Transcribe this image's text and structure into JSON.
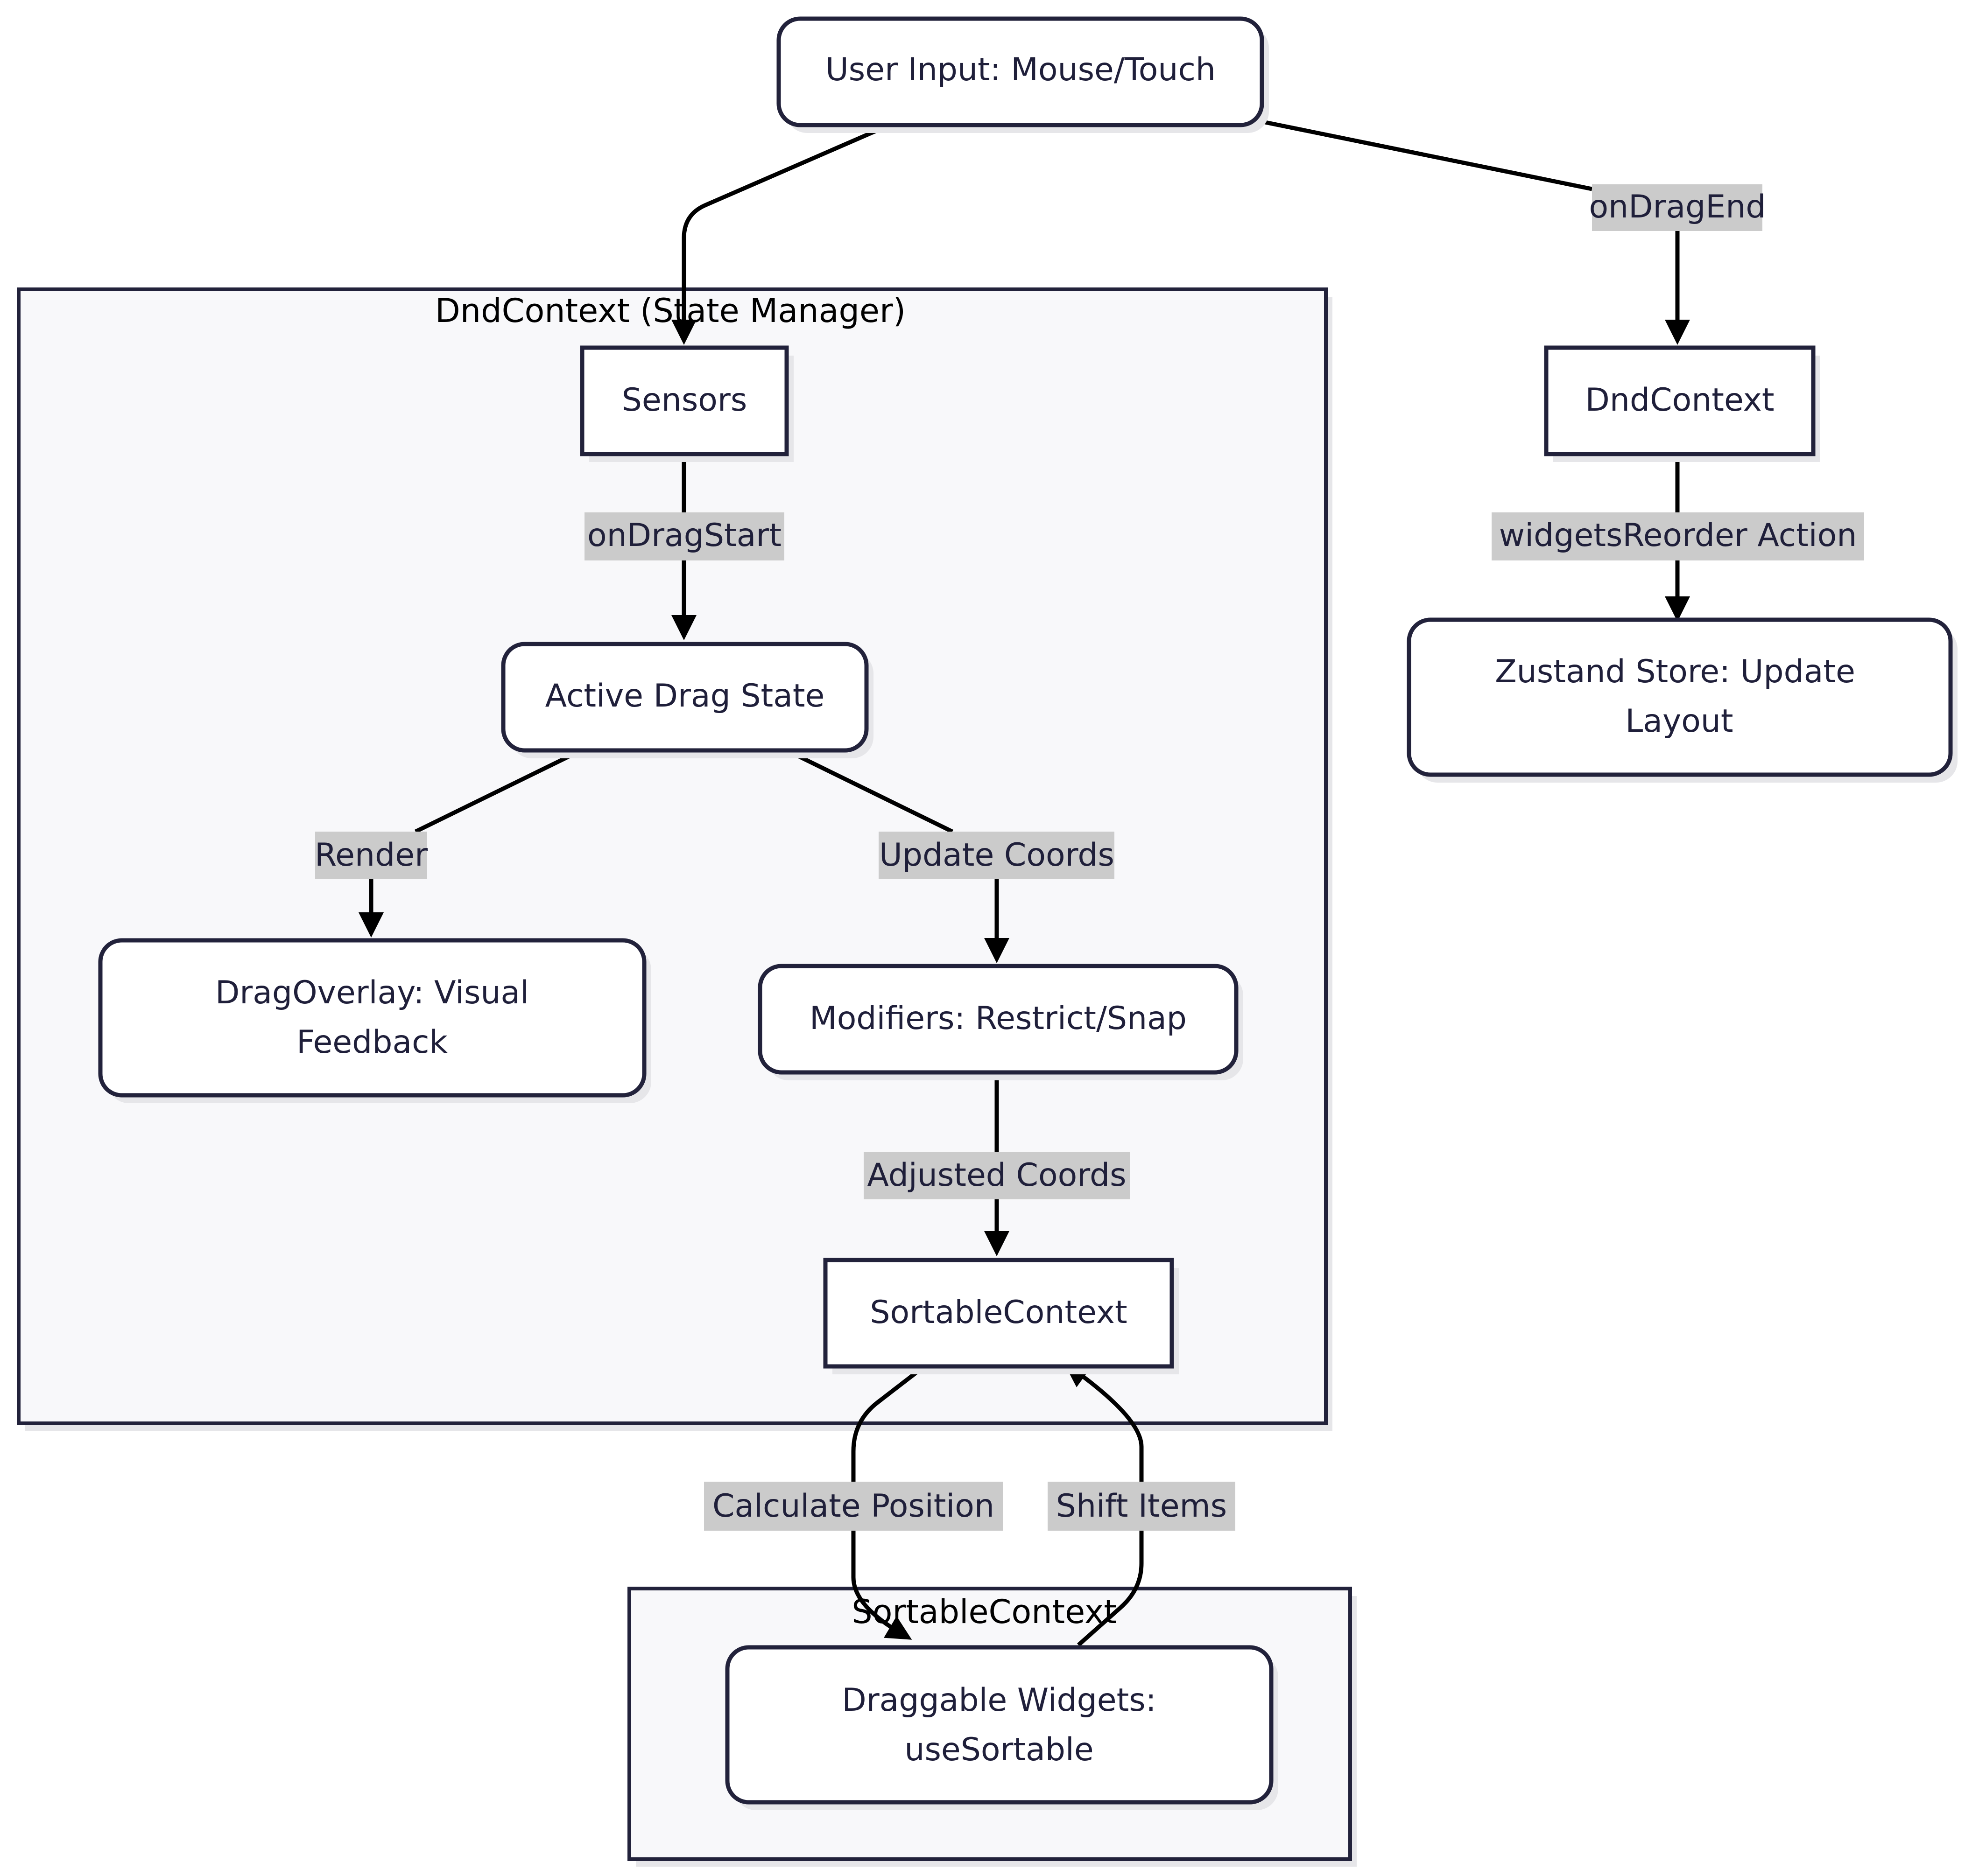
{
  "clusters": {
    "dnd_context": "DndContext (State Manager)",
    "sortable_context": "SortableContext"
  },
  "nodes": {
    "user_input": "User Input: Mouse/Touch",
    "sensors": "Sensors",
    "active_drag_state": "Active Drag State",
    "drag_overlay": [
      "DragOverlay: Visual",
      "Feedback"
    ],
    "modifiers": "Modifiers: Restrict/Snap",
    "sortable_context_node": "SortableContext",
    "draggable_widgets": [
      "Draggable Widgets:",
      "useSortable"
    ],
    "dnd_context_node": "DndContext",
    "zustand_store": [
      "Zustand Store: Update",
      "Layout"
    ]
  },
  "edges": {
    "on_drag_start": "onDragStart",
    "render": "Render",
    "update_coords": "Update Coords",
    "adjusted_coords": "Adjusted Coords",
    "calculate_position": "Calculate Position",
    "shift_items": "Shift Items",
    "on_drag_end": "onDragEnd",
    "widgets_reorder_action": "widgetsReorder Action"
  },
  "colors": {
    "node_fill": "#ffffff",
    "node_stroke": "#22223b",
    "cluster_fill": "#f8f8fa",
    "edge_label_bg": "#cbcbcb",
    "edge_stroke": "#000000"
  }
}
